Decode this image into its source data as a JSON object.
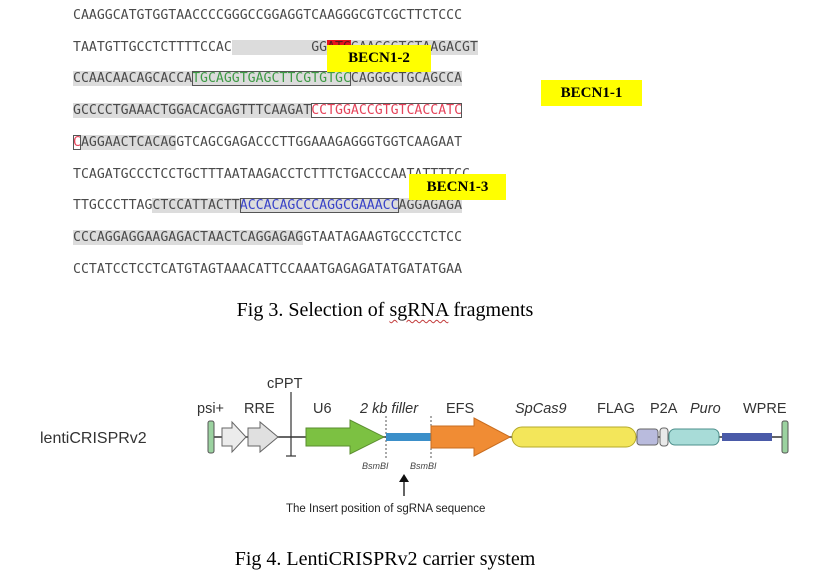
{
  "fig3": {
    "lines": [
      [
        {
          "t": "CAAGGCATGTGGTAACCCCGGGCCGGAGGTCAAGGGCGTCGCTTCTCCC"
        }
      ],
      [
        {
          "t": "TAATGTTGCCTCTTTTCCAC"
        },
        {
          "t": "          GG",
          "hl": true
        },
        {
          "t": "ATG",
          "red": true
        },
        {
          "t": "GAAGGGTCTAAGACGT",
          "hl": true
        }
      ],
      [
        {
          "t": "CCAACAACAGCACCA",
          "hl": true
        },
        {
          "t": "TGCAGGTGAGCTTCGTGTGC",
          "hl": true,
          "box": true,
          "color": "green"
        },
        {
          "t": "CAGGGCTGCAGCCA",
          "hl": true
        }
      ],
      [
        {
          "t": "GCCCCTGAAACTGGACACGAGTTTCAAGAT",
          "hl": true
        },
        {
          "t": "CCTGGACCGTGTCACCATC",
          "box": true,
          "color": "pink"
        }
      ],
      [
        {
          "t": "C",
          "box": true,
          "color": "pink"
        },
        {
          "t": "AGGAACTCACAG",
          "hl": true
        },
        {
          "t": "GTCAGCGAGACCCTTGGAAAGAGGGTGGTCAAGAAT"
        }
      ],
      [
        {
          "t": "TCAGATGCCCTCCTGCTTTAATAAGACCTCTTTCTGACCCAATATTTTCC"
        }
      ],
      [
        {
          "t": "TTGCCCTTAG"
        },
        {
          "t": "CTCCATTACTT",
          "hl": true
        },
        {
          "t": "ACCACAGCCCAGGCGAAACC",
          "hl": true,
          "box": true,
          "color": "blue"
        },
        {
          "t": "AGGAGAGA",
          "hl": true
        }
      ],
      [
        {
          "t": "CCCAGGAGGAAGAGACTAACTCAGGAGAG",
          "hl": true
        },
        {
          "t": "GTAATAGAAGTGCCCTCTCC"
        }
      ],
      [
        {
          "t": "CCTATCCTCCTCATGTAGTAAACATTCCAAATGAGAGATATGATATGAA"
        }
      ]
    ],
    "labels": {
      "becn1_2": "BECN1-2",
      "becn1_1": "BECN1-1",
      "becn1_3": "BECN1-3"
    },
    "caption_prefix": "Fig 3. Selection of ",
    "caption_term": "sgRNA",
    "caption_suffix": " fragments"
  },
  "fig4": {
    "vector_name": "lentiCRISPRv2",
    "elements": {
      "psi": "psi+",
      "rre": "RRE",
      "cppt": "cPPT",
      "u6": "U6",
      "filler": "2 kb filler",
      "efs": "EFS",
      "spcas9": "SpCas9",
      "flag": "FLAG",
      "p2a": "P2A",
      "puro": "Puro",
      "wpre": "WPRE"
    },
    "site_label_1": "BsmBI",
    "site_label_2": "BsmBI",
    "insert_caption": "The Insert position of sgRNA sequence",
    "caption": "Fig 4. LentiCRISPRv2 carrier system",
    "colors": {
      "u6": "#7cc142",
      "filler": "#3b8fc9",
      "efs": "#f08c34",
      "spcas9": "#f3e65a",
      "flag": "#b9bbdd",
      "p2a": "#e9e9e9",
      "puro": "#a8dcd8",
      "wpre": "#4a5aa8",
      "ltr": "#9bd2a0"
    }
  }
}
